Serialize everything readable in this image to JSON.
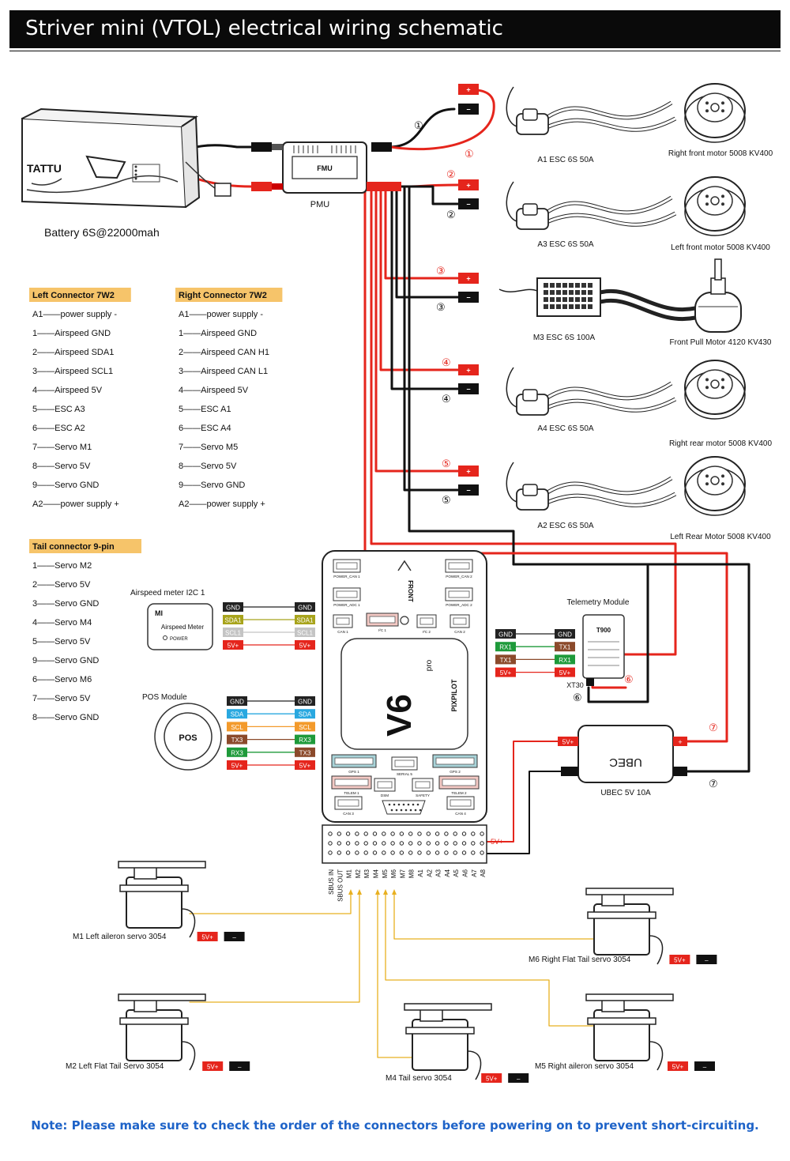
{
  "title": "Striver mini (VTOL) electrical wiring schematic",
  "battery": {
    "brand": "TATTU",
    "label": "Battery 6S@22000mah"
  },
  "pmu": {
    "label": "PMU",
    "body_text": "FMU"
  },
  "power_markers": {
    "plus": "+",
    "minus": "−"
  },
  "circled": [
    "①",
    "②",
    "③",
    "④",
    "⑤",
    "⑥",
    "⑦"
  ],
  "escs": [
    {
      "label": "A1  ESC  6S 50A",
      "motor": "Right front motor  5008 KV400"
    },
    {
      "label": "A3  ESC  6S 50A",
      "motor": "Left front motor  5008 KV400"
    },
    {
      "label": "M3  ESC  6S 100A",
      "motor": "Front Pull Motor 4120 KV430"
    },
    {
      "label": "A4  ESC  6S 50A",
      "motor": "Right rear motor  5008 KV400"
    },
    {
      "label": "A2  ESC  6S 50A",
      "motor": "Left Rear Motor  5008 KV400"
    }
  ],
  "left_connector": {
    "title": "Left Connector 7W2",
    "items": [
      "A1——power supply -",
      "1——Airspeed GND",
      "2——Airspeed SDA1",
      "3——Airspeed SCL1",
      "4——Airspeed 5V",
      "5——ESC A3",
      "6——ESC A2",
      "7——Servo M1",
      "8——Servo 5V",
      "9——Servo GND",
      "A2——power supply +"
    ]
  },
  "right_connector": {
    "title": "Right Connector 7W2",
    "items": [
      "A1——power supply -",
      "1——Airspeed GND",
      "2——Airspeed CAN H1",
      "3——Airspeed CAN L1",
      "4——Airspeed 5V",
      "5——ESC A1",
      "6——ESC A4",
      "7——Servo M5",
      "8——Servo 5V",
      "9——Servo GND",
      "A2——power supply +"
    ]
  },
  "tail_connector": {
    "title": "Tail connector 9-pin",
    "items": [
      "1——Servo M2",
      "2——Servo 5V",
      "3——Servo GND",
      "4——Servo M4",
      "5——Servo 5V",
      "9——Servo GND",
      "6——Servo M6",
      "7——Servo 5V",
      "8——Servo GND"
    ]
  },
  "airspeed": {
    "title": "Airspeed meter I2C 1",
    "device_text": "Airspeed Meter",
    "power_text": "POWER",
    "left": [
      "GND",
      "SDA1",
      "SCL1",
      "5V+"
    ],
    "right": [
      "GND",
      "SDA1",
      "SCL1",
      "5V+"
    ]
  },
  "pos": {
    "title": "POS Module",
    "logo": "POS",
    "left": [
      "GND",
      "SDA",
      "SCL",
      "TX3",
      "RX3",
      "5V+"
    ],
    "right": [
      "GND",
      "SDA",
      "SCL",
      "RX3",
      "TX3",
      "5V+"
    ]
  },
  "telemetry": {
    "title": "Telemetry Module",
    "device_text": "T900",
    "plug": "XT30",
    "left": [
      "GND",
      "RX1",
      "TX1",
      "5V+"
    ],
    "right": [
      "GND",
      "TX1",
      "RX1",
      "5V+"
    ]
  },
  "ubec": {
    "label": "UBEC 5V 10A",
    "body_text": "UBEC",
    "out": "5V+"
  },
  "fc": {
    "brand": "PIXPILOT",
    "model": "V6",
    "model_sub": "pro",
    "front": "FRONT",
    "ports": [
      "POWER_CAN 1",
      "POWER_CAN 2",
      "POWER_ADC 1",
      "POWER_ADC 2",
      "CAN 1",
      "I²C 1",
      "I²C 2",
      "CAN 2",
      "GPS 1",
      "SERIAL 5",
      "GPS 2",
      "TELEM 1",
      "DSM",
      "SAFETY",
      "TELEM 2",
      "CAN 3",
      "CAN 4"
    ],
    "rail_labels": [
      "SBUS IN",
      "SBUS OUT",
      "M1",
      "M2",
      "M3",
      "M4",
      "M5",
      "M6",
      "M7",
      "M8",
      "A1",
      "A2",
      "A3",
      "A4",
      "A5",
      "A6",
      "A7",
      "A8"
    ],
    "rail_power": "5V+",
    "rail_minus": "-"
  },
  "servos": [
    {
      "label": "M1  Left aileron servo  3054"
    },
    {
      "label": "M6   Right Flat Tail servo  3054"
    },
    {
      "label": "M2   Left Flat Tail Servo  3054"
    },
    {
      "label": "M4   Tail servo  3054"
    },
    {
      "label": "M5   Right aileron servo  3054"
    }
  ],
  "servo_power": "5V+",
  "servo_minus": "–",
  "note": "Note: Please make sure to check the order of the connectors before powering on to prevent short-circuiting.",
  "colors": {
    "red": "#e5251c",
    "black": "#111111",
    "yellow": "#e8b020",
    "label_orange": "#f4a62a",
    "blue_text": "#1e63c8",
    "gnd": "#222222",
    "sda1": "#a8a41c",
    "scl1": "#c4c4c4",
    "sda": "#29a8e0",
    "scl": "#f39a2b",
    "tx": "#8b4a2b",
    "rx": "#1e9a3a",
    "v5": "#e5251c"
  }
}
